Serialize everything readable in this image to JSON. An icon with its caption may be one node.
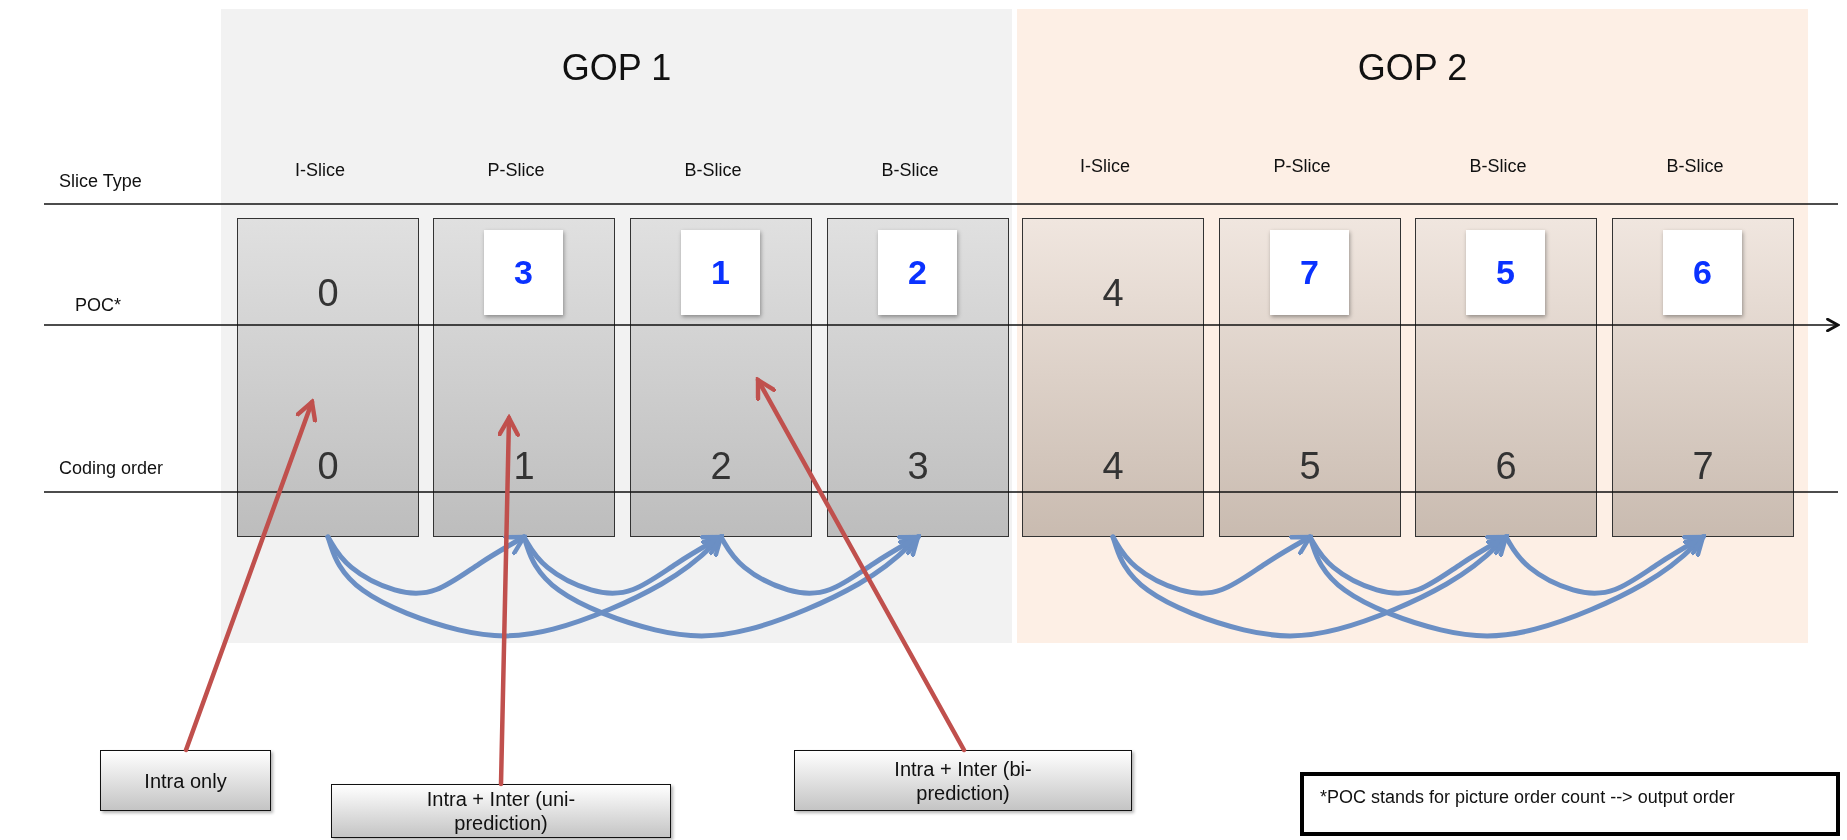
{
  "diagram": {
    "nodes": [
      {
        "text": [
          "GOP 1"
        ]
      },
      {
        "text": [
          "0",
          "0"
        ],
        "in": 0
      },
      {
        "text": [
          "1"
        ],
        "in": 0
      },
      {
        "text": [
          "3"
        ],
        "in": 2
      },
      {
        "text": [
          "2"
        ],
        "in": 0
      },
      {
        "text": [
          "1"
        ],
        "in": 4
      },
      {
        "text": [
          "3"
        ],
        "in": 0
      },
      {
        "text": [
          "2"
        ],
        "in": 6
      },
      {
        "text": [
          "GOP 2"
        ]
      },
      {
        "text": [
          "4",
          "4"
        ],
        "in": 8
      },
      {
        "text": [
          "5"
        ],
        "in": 8
      },
      {
        "text": [
          "7"
        ],
        "in": 10
      },
      {
        "text": [
          "6"
        ],
        "in": 8
      },
      {
        "text": [
          "5"
        ],
        "in": 12
      },
      {
        "text": [
          "7"
        ],
        "in": 8
      },
      {
        "text": [
          "6"
        ],
        "in": 14
      },
      {
        "text": [
          "Intra only"
        ]
      },
      {
        "text": [
          "Intra + Inter (uni-prediction)"
        ]
      },
      {
        "text": [
          "Intra + Inter (bi-prediction)"
        ]
      },
      {
        "text": [
          "*POC stands for picture order count --> output order"
        ]
      }
    ],
    "edges": [
      {
        "from": 1,
        "to": 2,
        "arrow": "to"
      },
      {
        "from": 1,
        "to": 4,
        "arrow": "to"
      },
      {
        "from": 2,
        "to": 4,
        "arrow": "to"
      },
      {
        "from": 2,
        "to": 6,
        "arrow": "to"
      },
      {
        "from": 4,
        "to": 6,
        "arrow": "to"
      },
      {
        "from": 9,
        "to": 10,
        "arrow": "to"
      },
      {
        "from": 9,
        "to": 12,
        "arrow": "to"
      },
      {
        "from": 10,
        "to": 12,
        "arrow": "to"
      },
      {
        "from": 10,
        "to": 14,
        "arrow": "to"
      },
      {
        "from": 12,
        "to": 14,
        "arrow": "to"
      },
      {
        "from": 16,
        "to": 1,
        "arrow": "to",
        "color": "#c0504d"
      },
      {
        "from": 17,
        "to": 2,
        "arrow": "to",
        "color": "#c0504d"
      },
      {
        "from": 18,
        "to": 4,
        "arrow": "to",
        "color": "#c0504d"
      }
    ],
    "labels": [
      "Slice Type",
      "I-Slice",
      "P-Slice",
      "B-Slice",
      "B-Slice",
      "I-Slice",
      "P-Slice",
      "B-Slice",
      "B-Slice",
      "POC*",
      "Coding order"
    ]
  }
}
